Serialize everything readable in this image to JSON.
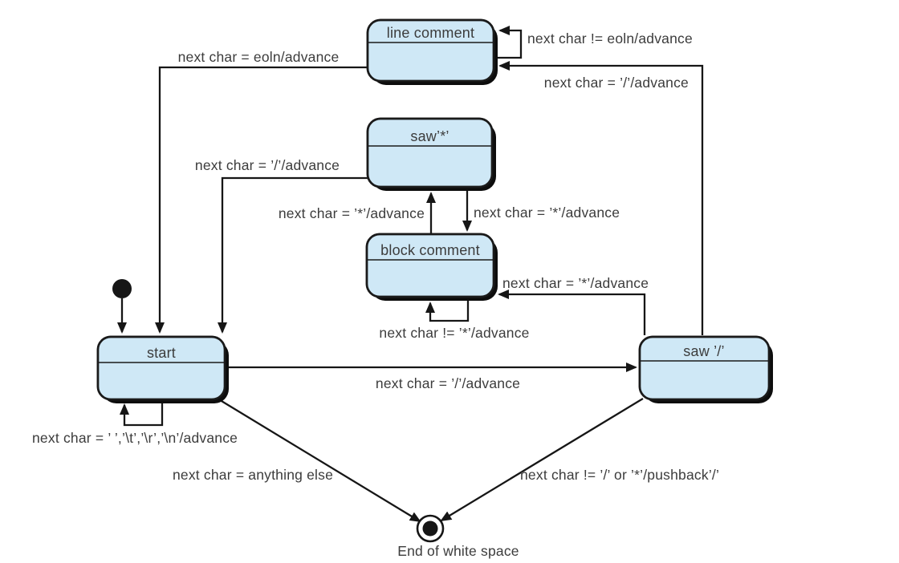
{
  "colors": {
    "background": "#ffffff",
    "state_fill": "#cfe8f6",
    "state_header_fill": "#bfdff1",
    "state_border": "#1a1a1a",
    "shadow": "#0d0d0d",
    "line": "#161616",
    "text": "#3c3c3c"
  },
  "diagram": {
    "states": [
      {
        "id": "line-comment",
        "label": "line comment"
      },
      {
        "id": "saw-star",
        "label": "saw’*’"
      },
      {
        "id": "block-comment",
        "label": "block comment"
      },
      {
        "id": "start",
        "label": "start"
      },
      {
        "id": "saw-slash",
        "label": "saw ’/’"
      }
    ],
    "final_state": {
      "label": "End of white space"
    },
    "transitions": [
      {
        "from": "line comment",
        "to": "line comment",
        "label": "next char != eoln/advance"
      },
      {
        "from": "saw ’/’",
        "to": "line comment",
        "label": "next char = ’/’/advance"
      },
      {
        "from": "line comment",
        "to": "start",
        "label": "next char = eoln/advance"
      },
      {
        "from": "saw’*’",
        "to": "start",
        "label": "next char = ’/’/advance"
      },
      {
        "from": "block comment",
        "to": "saw’*’",
        "label": "next char = ’*’/advance"
      },
      {
        "from": "saw’*’",
        "to": "block comment",
        "label": "next char = ’*’/advance"
      },
      {
        "from": "block comment",
        "to": "block comment",
        "label": "next char != ’*’/advance"
      },
      {
        "from": "saw ’/’",
        "to": "block comment",
        "label": "next char = ’*’/advance"
      },
      {
        "from": "start",
        "to": "saw ’/’",
        "label": "next char = ’/’/advance"
      },
      {
        "from": "start",
        "to": "start",
        "label": "next char = ’ ’,’\\t’,’\\r’,’\\n’/advance"
      },
      {
        "from": "start",
        "to": "end of white space",
        "label": "next char = anything else"
      },
      {
        "from": "saw ’/’",
        "to": "end of white space",
        "label": "next char != ’/’ or ’*’/pushback’/’"
      }
    ]
  }
}
